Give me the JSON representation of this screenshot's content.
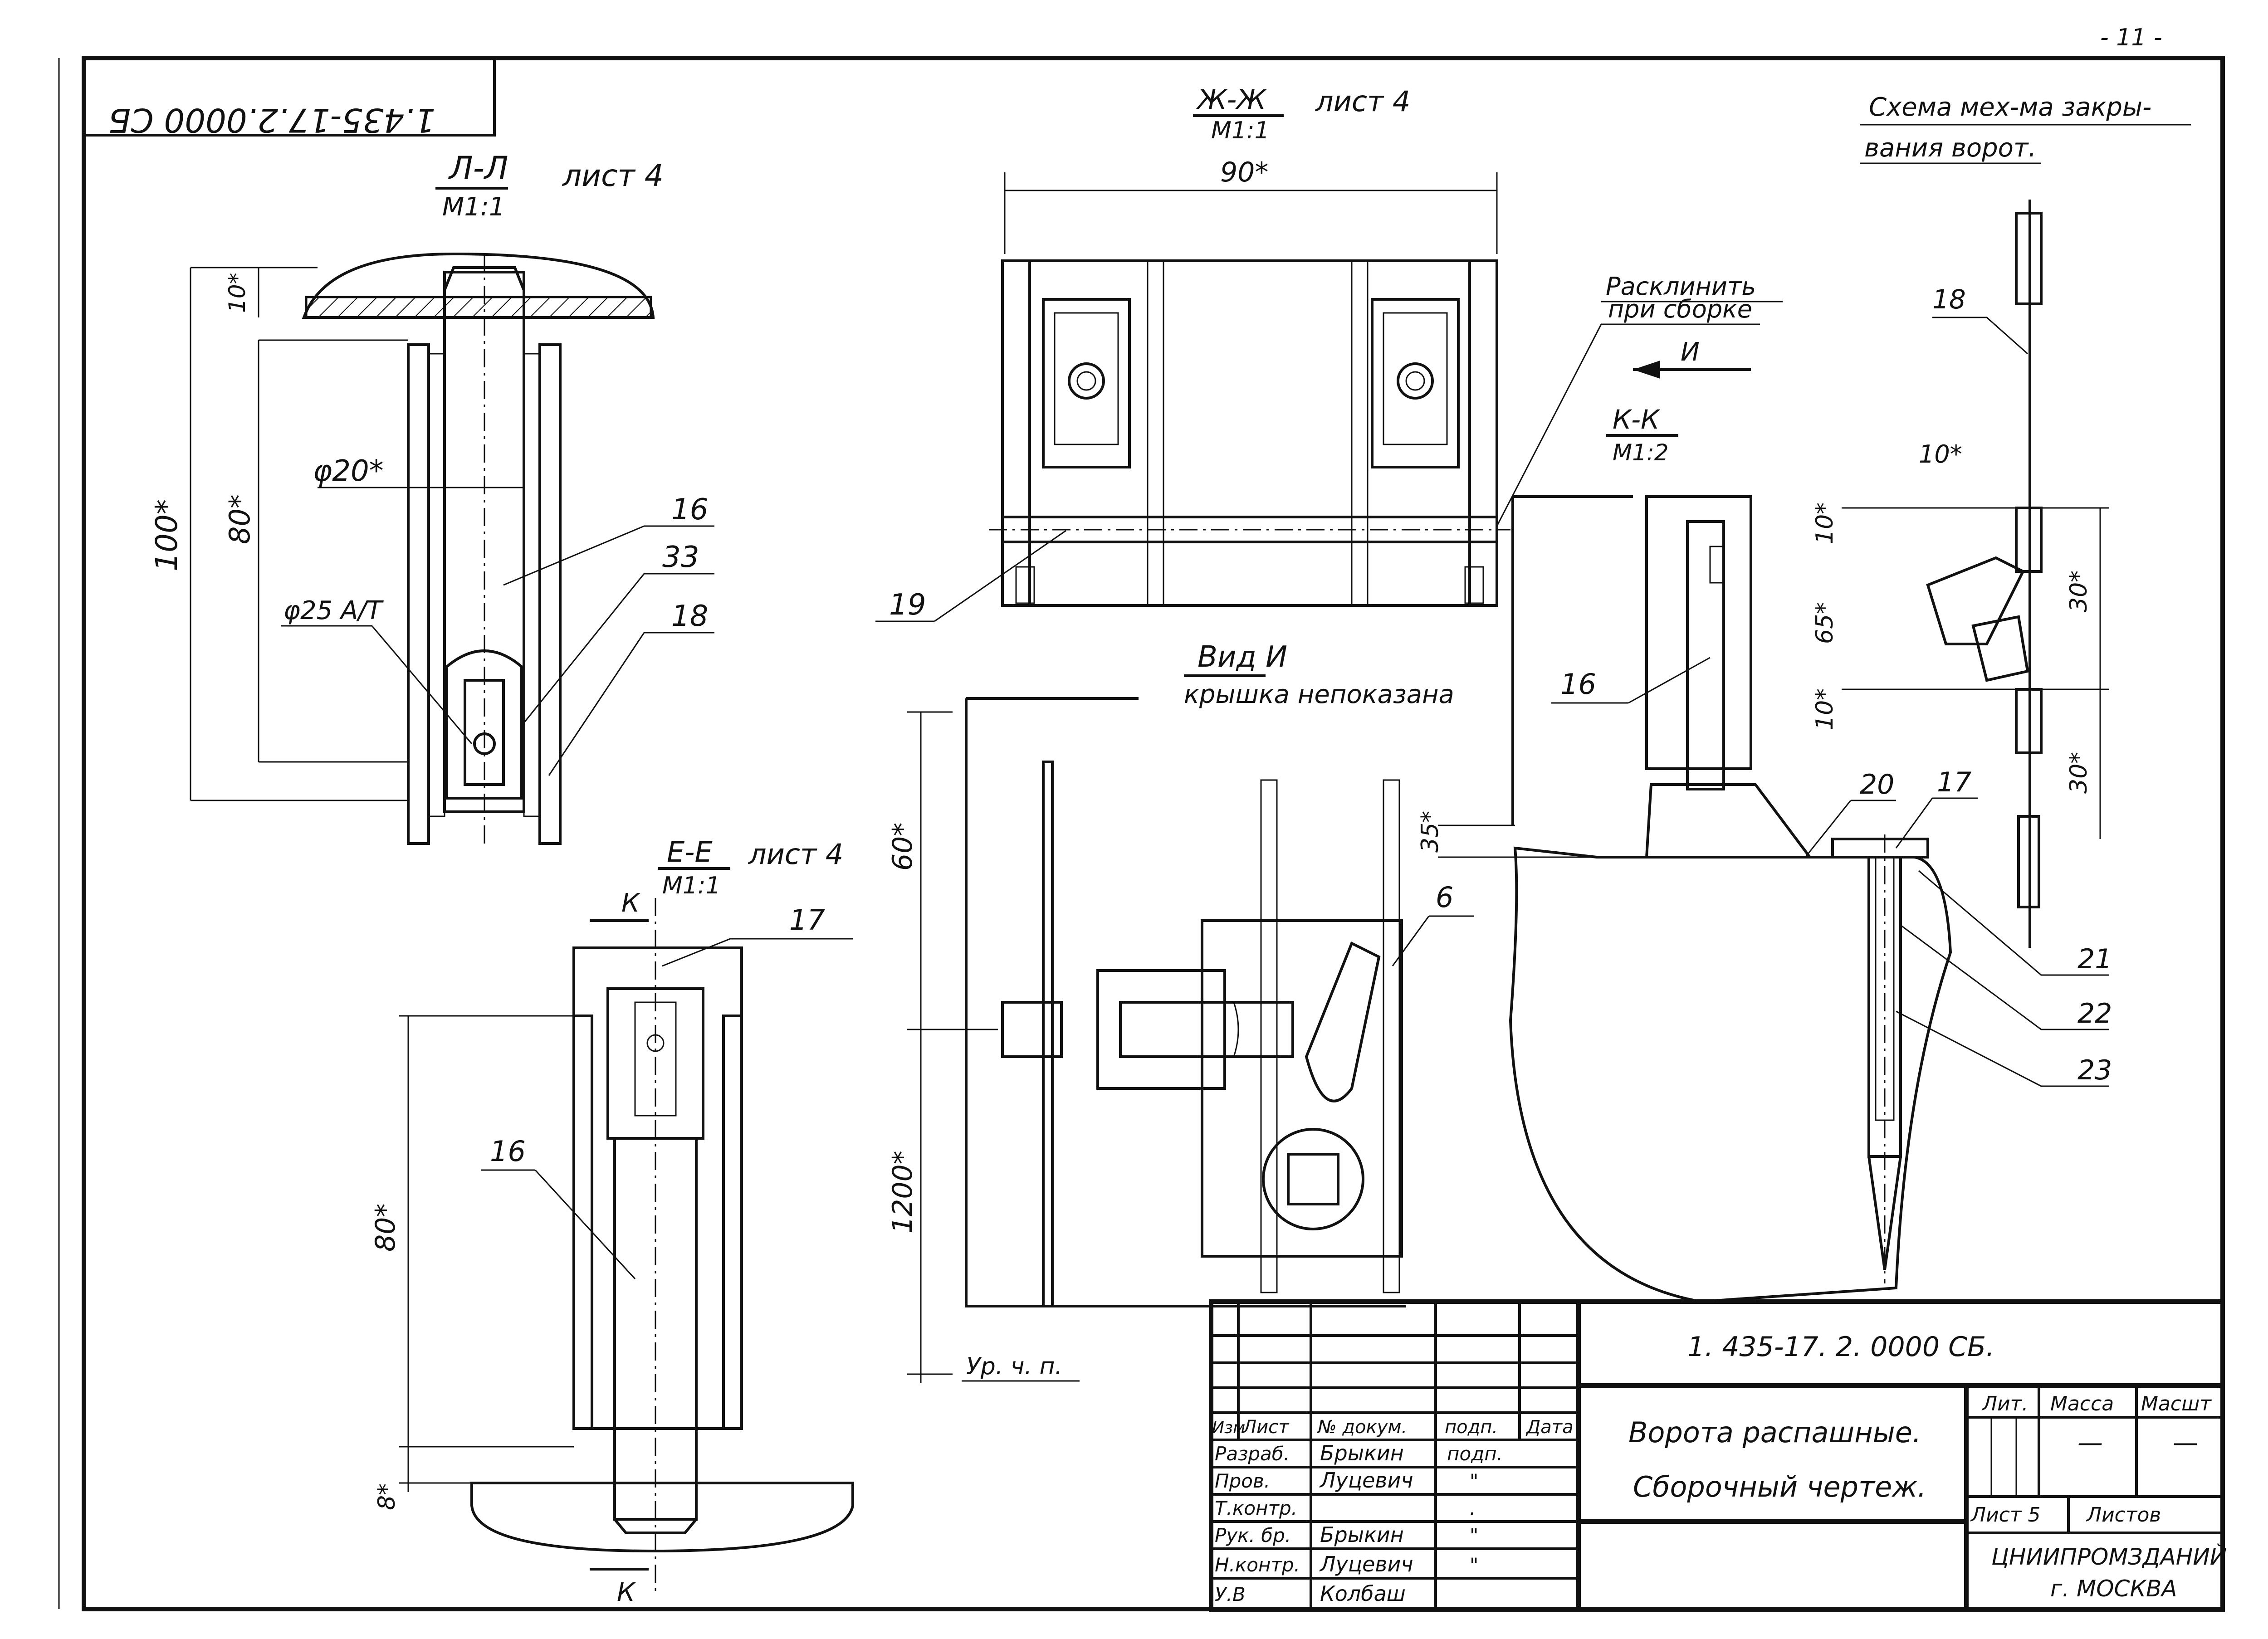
{
  "sheet": {
    "page_number": "- 11 -",
    "stamp_mirrored": "1.435-17.2.0000 СБ"
  },
  "sections": {
    "ll": {
      "title": "Л-Л",
      "scale": "М1:1",
      "sheet": "лист 4",
      "dims": [
        "10*",
        "100*",
        "80*",
        "φ20*",
        "φ25 A/T"
      ],
      "callouts": [
        "16",
        "33",
        "18"
      ]
    },
    "ee": {
      "title": "Е-Е",
      "scale": "М1:1",
      "sheet": "лист 4",
      "dims": [
        "80*",
        "8*"
      ],
      "callouts": [
        "17",
        "16"
      ],
      "marks": [
        "К",
        "К"
      ]
    },
    "zhzh": {
      "title": "Ж-Ж",
      "scale": "М1:1",
      "sheet": "лист 4",
      "dims": [
        "90*"
      ],
      "callouts": [
        "19"
      ]
    },
    "view_i": {
      "title": "Вид И",
      "subtitle": "крышка непоказана",
      "dims": [
        "60*",
        "1200*",
        "35*"
      ],
      "level": "Ур. ч. п.",
      "callouts": [
        "6"
      ]
    },
    "kk": {
      "title": "К-К",
      "scale": "М1:2",
      "note1": "Расклинить",
      "note2": "при сборке",
      "arrow_label": "И",
      "callouts": [
        "16",
        "20",
        "17",
        "21",
        "22",
        "23"
      ]
    },
    "scheme": {
      "title1": "Схема мех-ма закры-",
      "title2": "вания ворот.",
      "dims": [
        "10*",
        "10*",
        "65*",
        "30*",
        "10*",
        "30*"
      ],
      "callouts": [
        "18"
      ]
    }
  },
  "title_block": {
    "doc_code": "1. 435-17. 2. 0000 СБ.",
    "name1": "Ворота распашные.",
    "name2": "Сборочный чертеж.",
    "head": {
      "izm": "Изм",
      "list": "Лист",
      "doc": "№ докум.",
      "sign": "подп.",
      "date": "Дата"
    },
    "rows": [
      {
        "role": "Разраб.",
        "name": "Брыкин",
        "sign": "подп."
      },
      {
        "role": "Пров.",
        "name": "Луцевич",
        "sign": "\""
      },
      {
        "role": "Т.контр.",
        "name": "",
        "sign": "."
      },
      {
        "role": "Рук. бр.",
        "name": "Брыкин",
        "sign": "\""
      },
      {
        "role": "Н.контр.",
        "name": "Луцевич",
        "sign": "\""
      },
      {
        "role": "У.В",
        "name": "Колбаш",
        "sign": ""
      }
    ],
    "lit": "Лит.",
    "mass": "Масса",
    "scale": "Масшт",
    "mass_val": "—",
    "scale_val": "—",
    "sheet": "Лист 5",
    "sheets": "Листов",
    "org1": "ЦНИИПРОМЗДАНИЙ",
    "org2": "г. МОСКВА"
  }
}
